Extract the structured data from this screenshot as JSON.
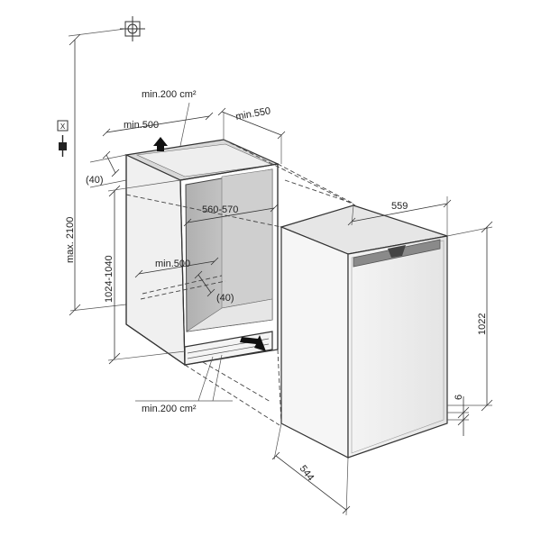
{
  "labels": {
    "min_vent_top": "min.200 cm²",
    "min_500_top": "min.500",
    "min_550": "min.550",
    "gap_40_top": "(40)",
    "max_2100": "max. 2100",
    "niche_height": "1024-1040",
    "niche_width": "560-570",
    "min_500_inner": "min.500",
    "gap_40_inner": "(40)",
    "appliance_width": "559",
    "appliance_height": "1022",
    "appliance_depth": "544",
    "six": "6",
    "min_vent_bottom": "min.200 cm²"
  },
  "icons": [
    "ceiling-mount-icon",
    "socket-icon",
    "plug-icon"
  ]
}
